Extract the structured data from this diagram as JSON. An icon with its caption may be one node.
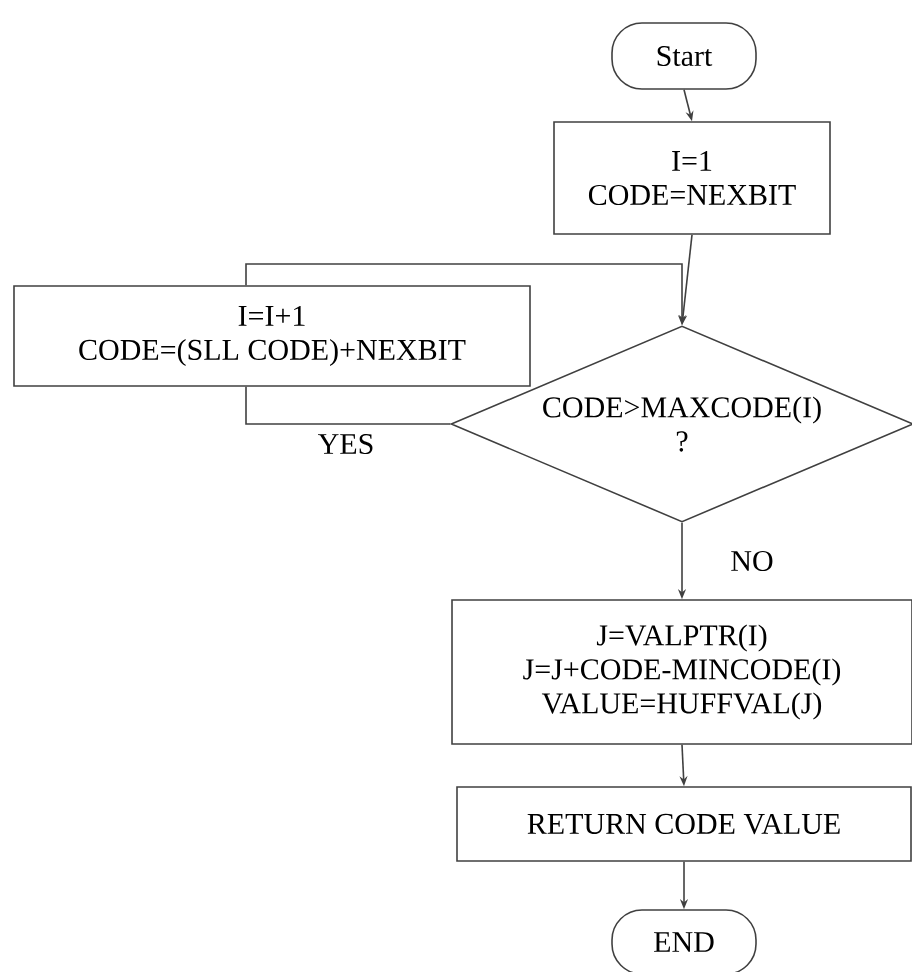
{
  "diagram": {
    "nodes": [
      {
        "text": [
          "Start"
        ]
      },
      {
        "text": [
          "I=1",
          "CODE=NEXBIT"
        ]
      },
      {
        "text": [
          "I=I+1",
          "CODE=(SLL CODE)+NEXBIT"
        ]
      },
      {
        "text": [
          "CODE>MAXCODE(I)",
          "?"
        ]
      },
      {
        "text": [
          "J=VALPTR(I)",
          "J=J+CODE-MINCODE(I)",
          "VALUE=HUFFVAL(J)"
        ]
      },
      {
        "text": [
          "RETURN CODE VALUE"
        ]
      },
      {
        "text": [
          "END"
        ]
      }
    ],
    "edges": [
      {
        "from": 0,
        "to": 1,
        "arrow": "to"
      },
      {
        "from": 1,
        "to": 3,
        "arrow": "to"
      },
      {
        "from": 3,
        "to": 2,
        "arrow": "none",
        "label": "YES"
      },
      {
        "from": 2,
        "to": 3,
        "arrow": "to"
      },
      {
        "from": 3,
        "to": 4,
        "arrow": "to",
        "label": "NO"
      },
      {
        "from": 4,
        "to": 5,
        "arrow": "to"
      },
      {
        "from": 5,
        "to": 6,
        "arrow": "to"
      }
    ]
  }
}
